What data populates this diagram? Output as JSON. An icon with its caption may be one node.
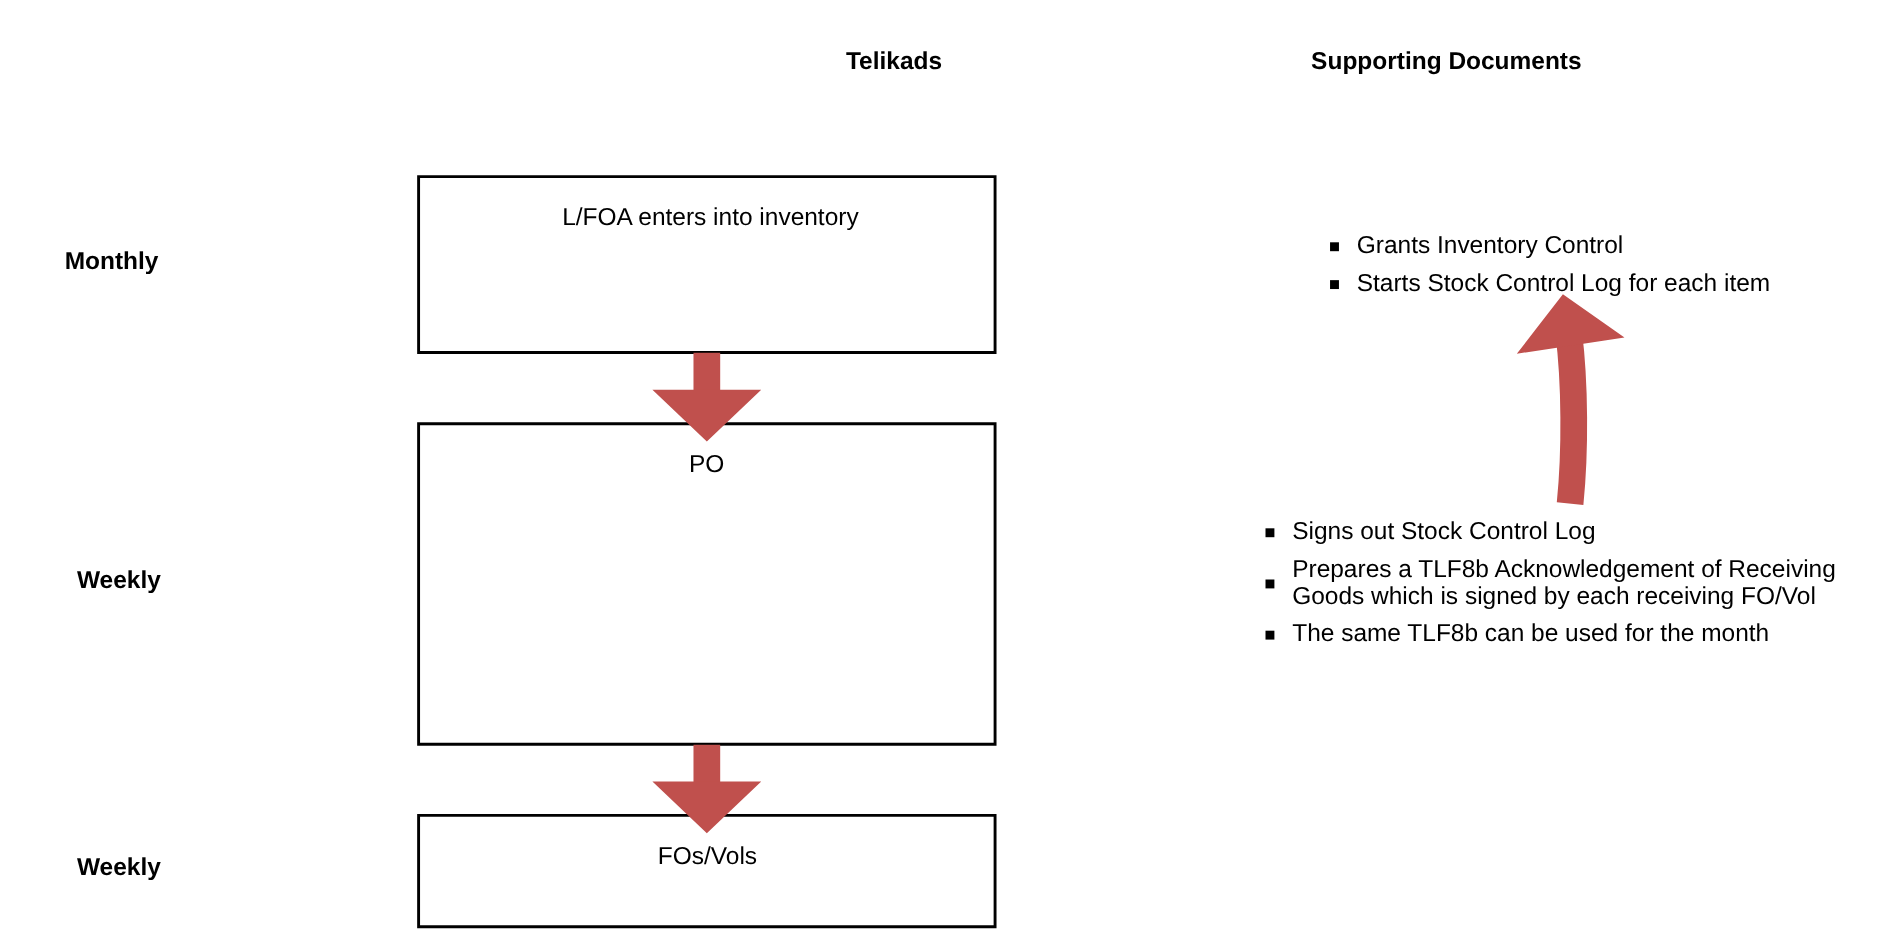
{
  "diagram": {
    "nodes": [
      {
        "text": [
          "L/FOA enters into inventory"
        ]
      },
      {
        "text": [
          "PO"
        ]
      },
      {
        "text": [
          "FOs/Vols"
        ]
      },
      {
        "text": [
          "Grants Inventory Control",
          "Starts Stock Control Log for each item"
        ]
      },
      {
        "text": [
          "Signs out Stock Control Log",
          "Prepares a TLF8b Acknowledgement of Receiving Goods which is signed by each receiving FO/Vol",
          "The same TLF8b can be used for the month"
        ]
      }
    ],
    "edges": [
      {
        "from": 0,
        "to": 1,
        "arrow": "to"
      },
      {
        "from": 1,
        "to": 2,
        "arrow": "to"
      },
      {
        "from": 4,
        "to": 3,
        "arrow": "to"
      }
    ],
    "labels": [
      "Telikads",
      "Supporting Documents",
      "Monthly",
      "Weekly",
      "Weekly"
    ]
  }
}
